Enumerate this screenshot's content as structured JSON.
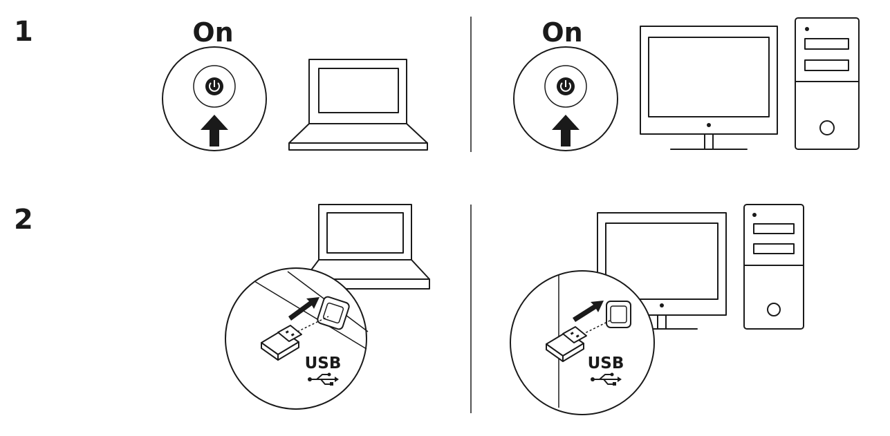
{
  "steps": [
    {
      "number": "1"
    },
    {
      "number": "2"
    }
  ],
  "labels": {
    "on_left": "On",
    "on_right": "On",
    "usb_left": "USB",
    "usb_right": "USB"
  },
  "icons": [
    "power-icon",
    "up-arrow-icon",
    "laptop-icon",
    "monitor-icon",
    "tower-pc-icon",
    "usb-receiver-icon",
    "usb-symbol-icon",
    "insert-arrow-icon"
  ],
  "colors": {
    "line": "#1a1a1a",
    "background": "#ffffff"
  }
}
